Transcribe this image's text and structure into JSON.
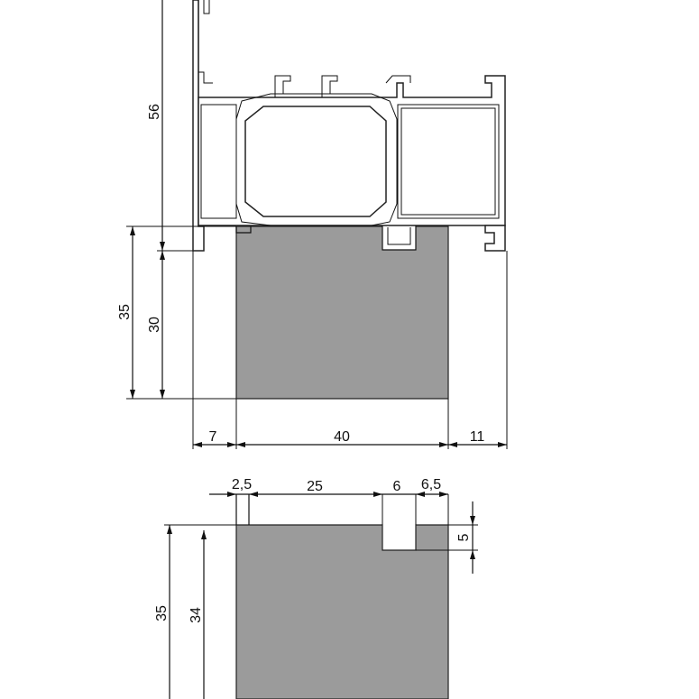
{
  "colors": {
    "fill": "#9b9b9b",
    "line": "#111111",
    "background": "#ffffff"
  },
  "top_view": {
    "dim_56": "56",
    "dim_35": "35",
    "dim_30": "30",
    "dim_7": "7",
    "dim_40": "40",
    "dim_11": "11"
  },
  "bottom_view": {
    "dim_2_5": "2,5",
    "dim_25": "25",
    "dim_6": "6",
    "dim_6_5": "6,5",
    "dim_5": "5",
    "dim_35": "35",
    "dim_34": "34"
  }
}
